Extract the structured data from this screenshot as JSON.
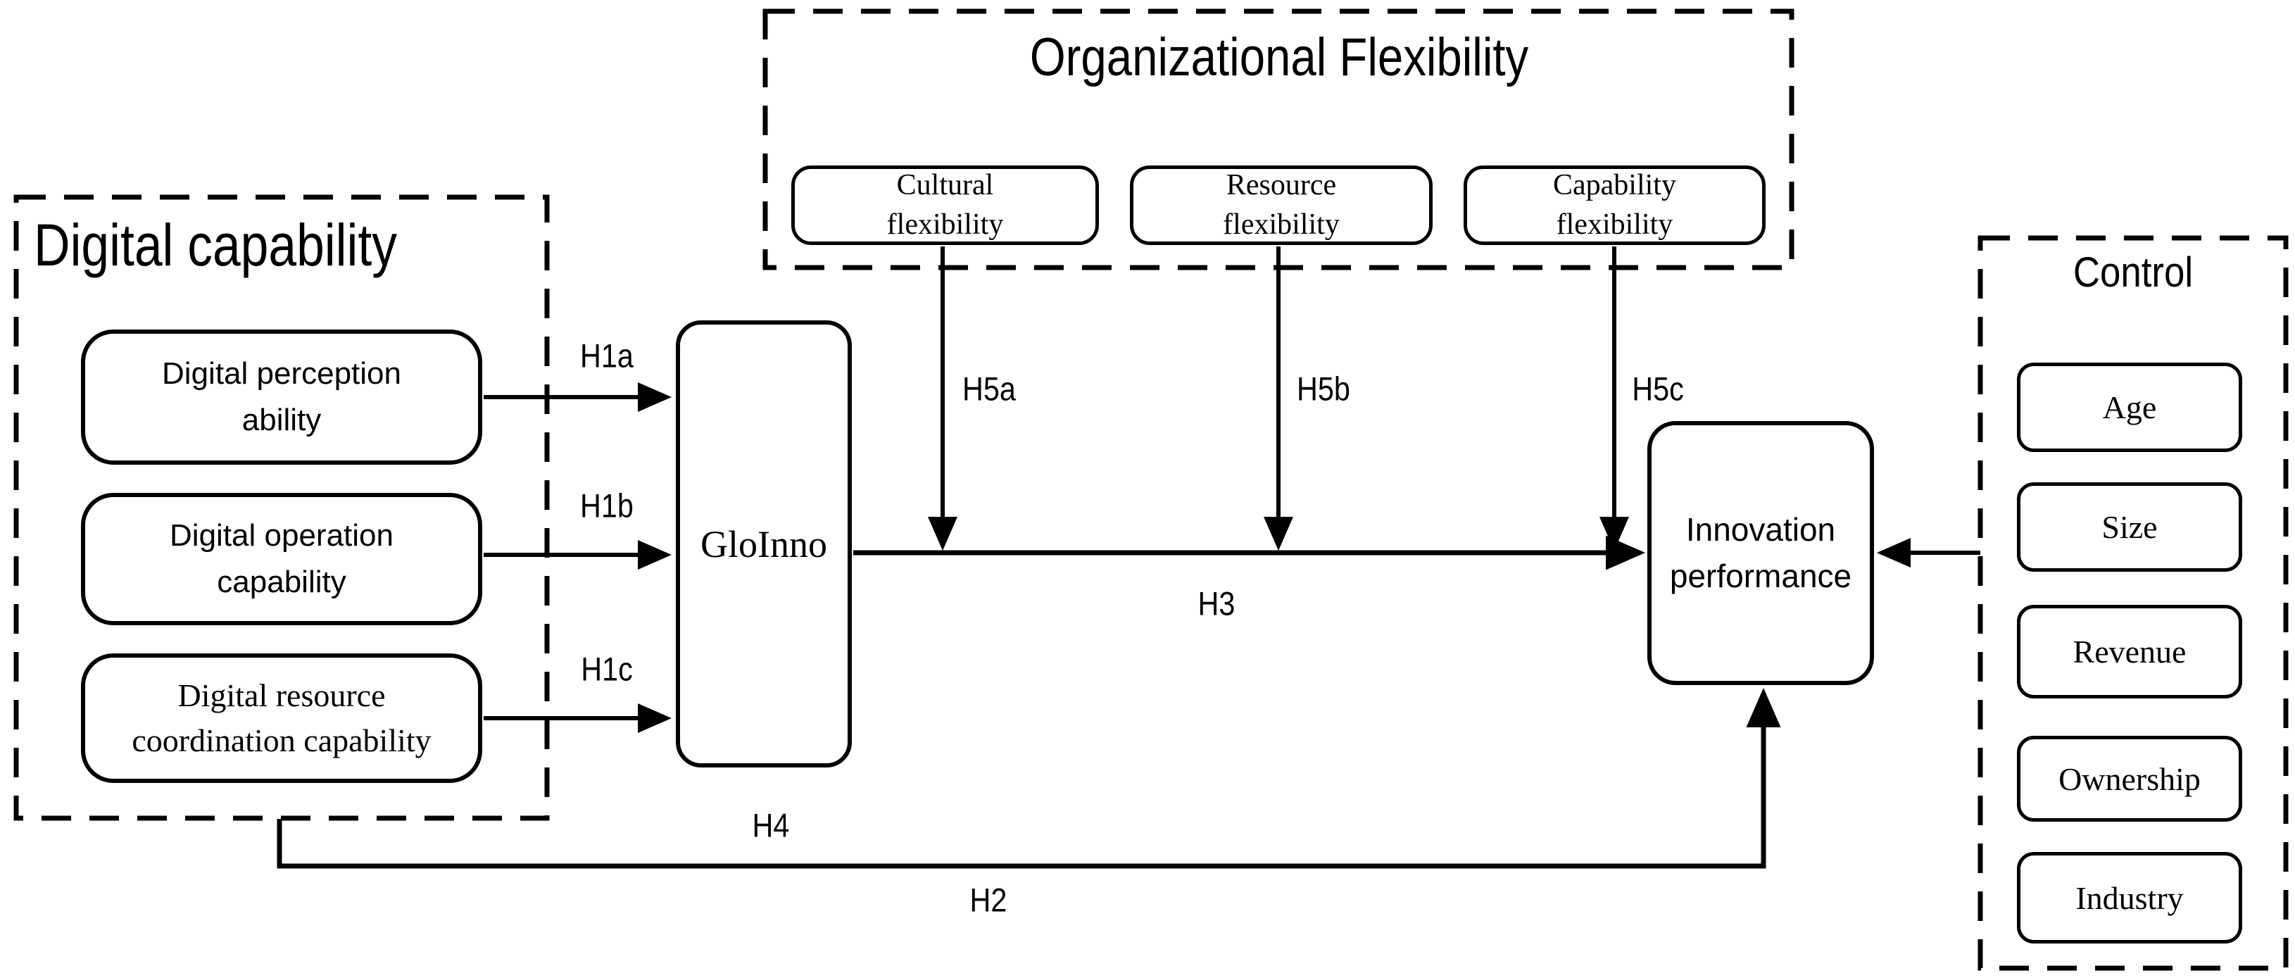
{
  "colors": {
    "stroke": "#000000",
    "background": "#ffffff"
  },
  "digital_capability": {
    "title": "Digital capability",
    "boxes": [
      {
        "label": "Digital perception\nability"
      },
      {
        "label": "Digital operation\ncapability"
      },
      {
        "label": "Digital resource\ncoordination capability"
      }
    ]
  },
  "organizational_flexibility": {
    "title": "Organizational Flexibility",
    "boxes": [
      {
        "label": "Cultural\nflexibility"
      },
      {
        "label": "Resource\nflexibility"
      },
      {
        "label": "Capability\nflexibility"
      }
    ]
  },
  "control": {
    "title": "Control",
    "boxes": [
      {
        "label": "Age"
      },
      {
        "label": "Size"
      },
      {
        "label": "Revenue"
      },
      {
        "label": "Ownership"
      },
      {
        "label": "Industry"
      }
    ]
  },
  "mediator": {
    "label": "GloInno"
  },
  "outcome": {
    "label": "Innovation\nperformance"
  },
  "hypotheses": {
    "h1a": "H1a",
    "h1b": "H1b",
    "h1c": "H1c",
    "h2": "H2",
    "h3": "H3",
    "h4": "H4",
    "h5a": "H5a",
    "h5b": "H5b",
    "h5c": "H5c"
  }
}
